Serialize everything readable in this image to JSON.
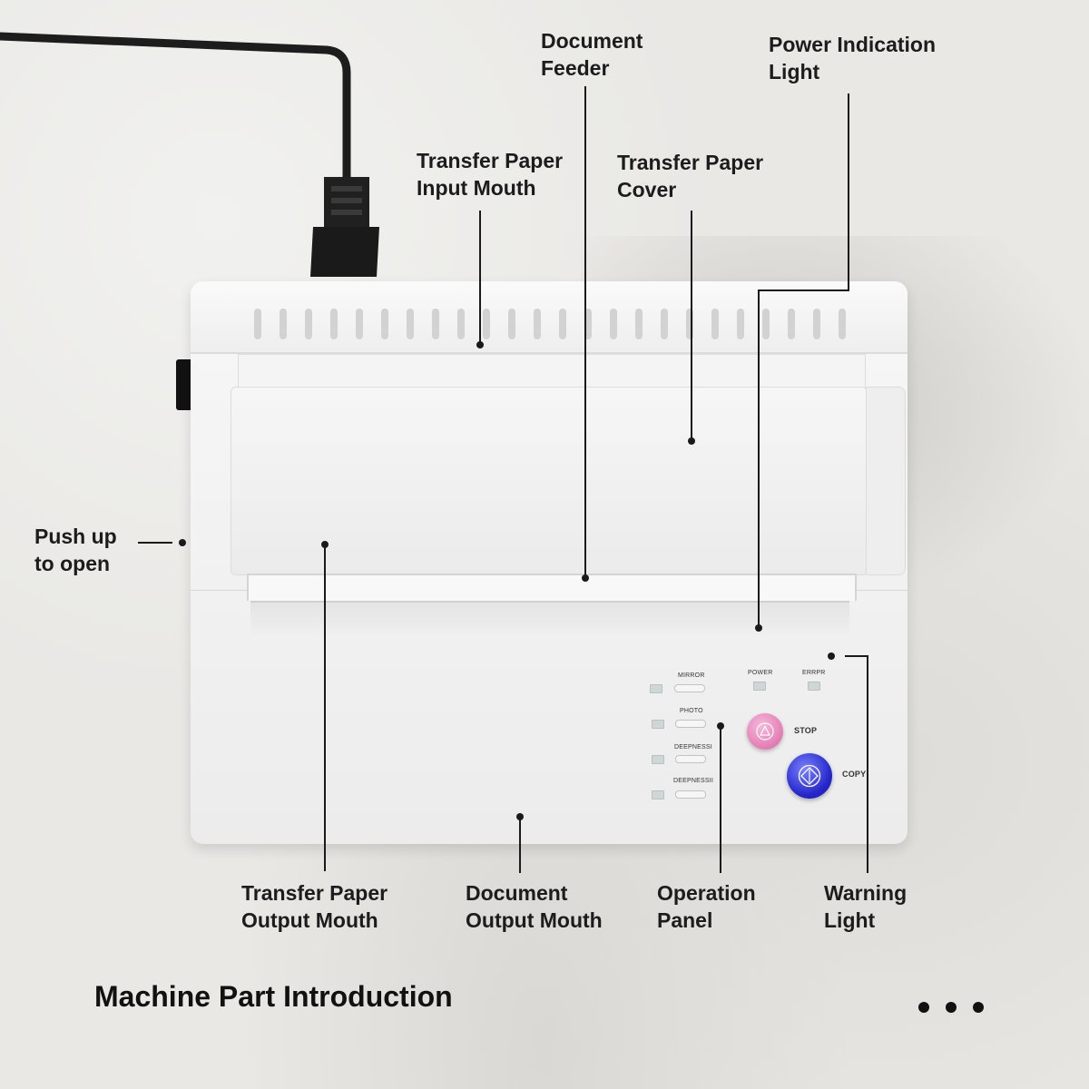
{
  "title": "Machine Part Introduction",
  "labels": {
    "document_feeder": [
      "Document",
      "Feeder"
    ],
    "power_indication_light": [
      "Power Indication",
      "Light"
    ],
    "transfer_paper_input_mouth": [
      "Transfer Paper",
      "Input Mouth"
    ],
    "transfer_paper_cover": [
      "Transfer Paper",
      "Cover"
    ],
    "push_up_to_open": [
      "Push up",
      "to open"
    ],
    "transfer_paper_output_mouth": [
      "Transfer Paper",
      "Output Mouth"
    ],
    "document_output_mouth": [
      "Document",
      "Output Mouth"
    ],
    "operation_panel": [
      "Operation",
      "Panel"
    ],
    "warning_light": [
      "Warning",
      "Light"
    ]
  },
  "panel": {
    "mirror": "MIRROR",
    "photo": "PHOTO",
    "deepness1": "DEEPNESSI",
    "deepness2": "DEEPNESSII",
    "power": "POWER",
    "error": "ERRPR",
    "stop": "STOP",
    "copy": "COPY"
  },
  "colors": {
    "stop_button": "#e47cb4",
    "copy_button": "#2426c9",
    "machine": "#f2f2f2",
    "background": "#e9e8e5"
  },
  "icons": {
    "stop": "triangle-icon",
    "copy": "diamond-icon",
    "more": "ellipsis-icon"
  }
}
